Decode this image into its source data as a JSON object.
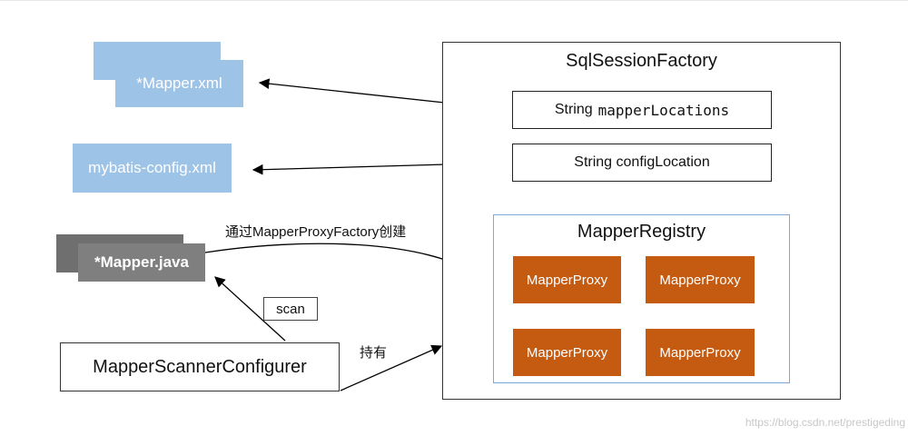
{
  "left": {
    "mapper_xml": "*Mapper.xml",
    "mybatis_config": "mybatis-config.xml",
    "mapper_java": "*Mapper.java"
  },
  "factory": {
    "title": "SqlSessionFactory",
    "mapper_locations_prefix": "String",
    "mapper_locations_field": "mapperLocations",
    "config_location": "String configLocation"
  },
  "registry": {
    "title": "MapperRegistry",
    "proxies": [
      "MapperProxy",
      "MapperProxy",
      "MapperProxy",
      "MapperProxy"
    ]
  },
  "labels": {
    "create_via": "通过MapperProxyFactory创建",
    "scan": "scan",
    "holds": "持有"
  },
  "configurer": "MapperScannerConfigurer",
  "watermark": "https://blog.csdn.net/prestigeding",
  "colors": {
    "file_blue": "#9dc3e6",
    "java_gray": "#7f7f7f",
    "proxy_orange": "#c55a11",
    "registry_border": "#7fa7d8"
  }
}
